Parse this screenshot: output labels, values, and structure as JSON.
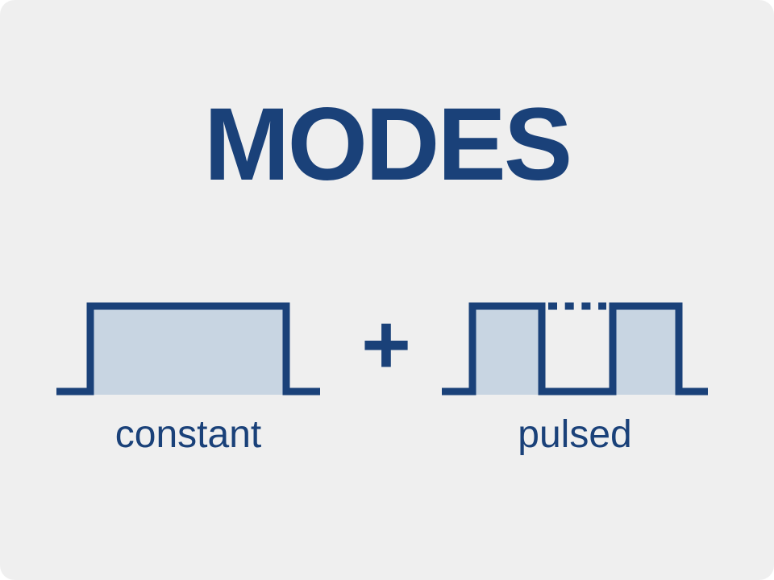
{
  "title": "MODES",
  "diagram": {
    "plus_sign": "+",
    "constant": {
      "label": "constant"
    },
    "pulsed": {
      "label": "pulsed"
    }
  },
  "colors": {
    "background": "#efefef",
    "line": "#1a4179",
    "waveform_fill": "#c8d5e2",
    "text": "#1a4179"
  }
}
